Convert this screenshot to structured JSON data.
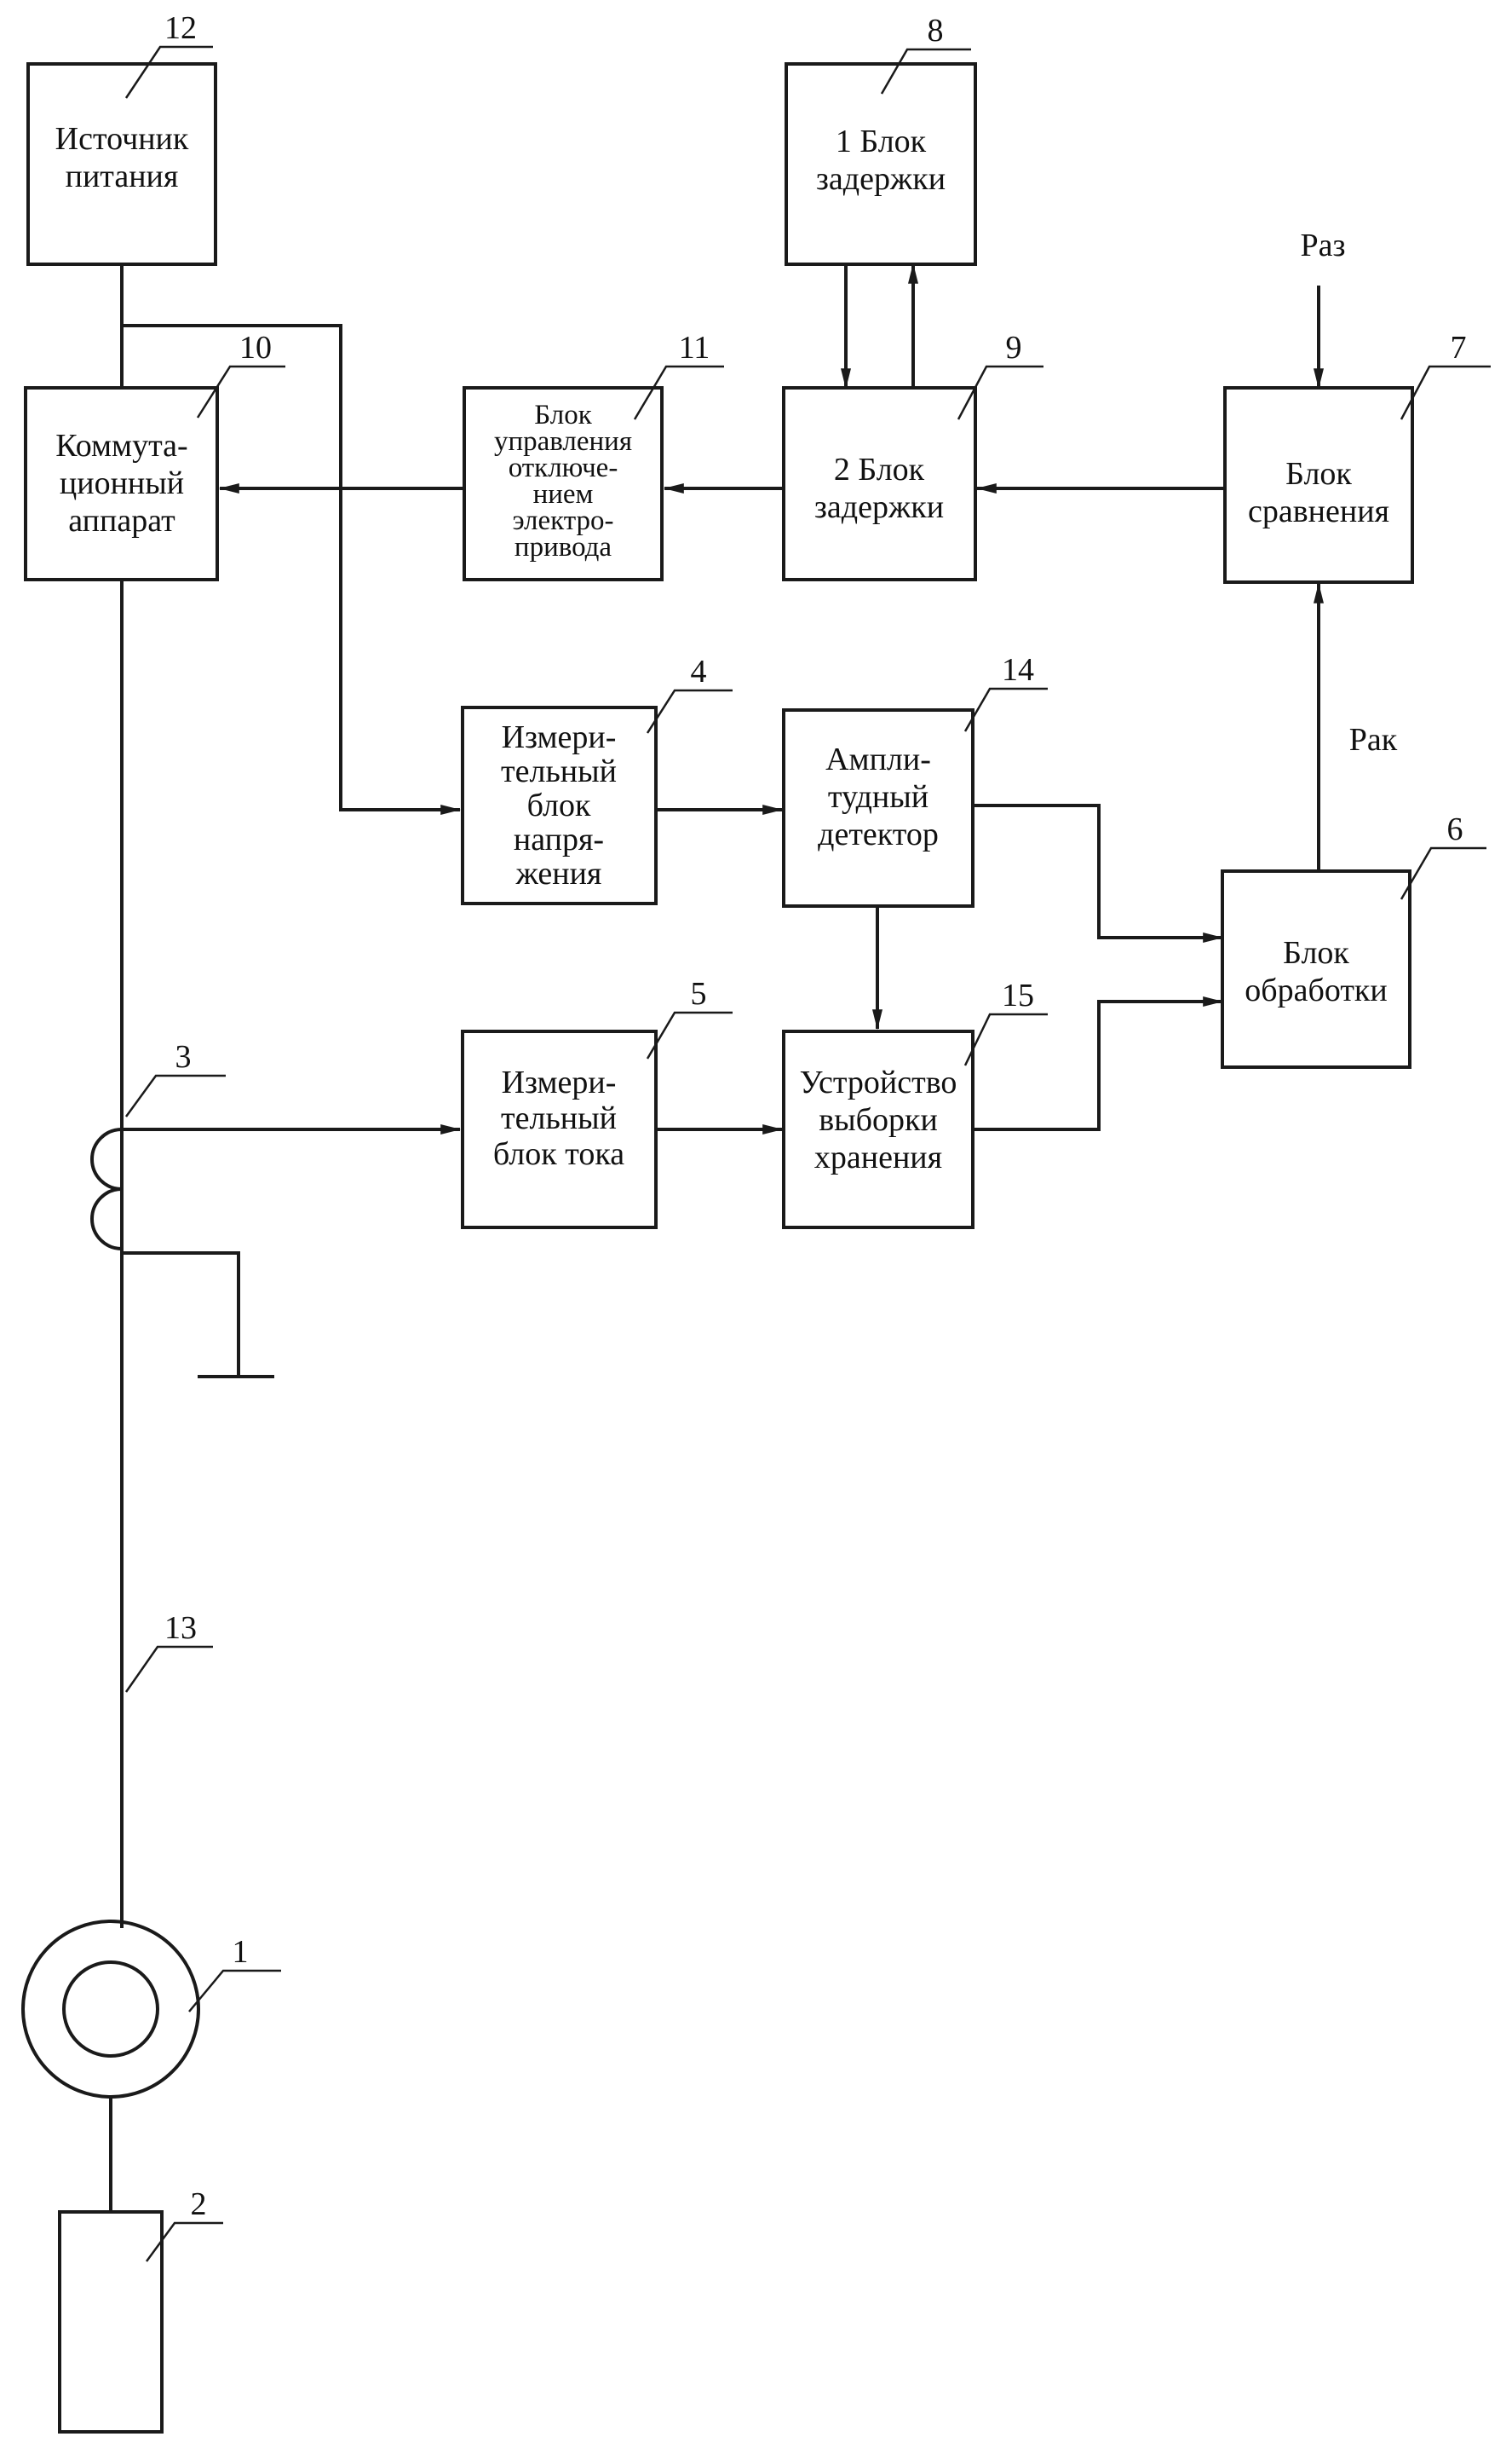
{
  "blocks": {
    "b12": {
      "number": "12",
      "lines": [
        "Источник",
        "питания"
      ]
    },
    "b10": {
      "number": "10",
      "lines": [
        "Коммута-",
        "ционный",
        "аппарат"
      ]
    },
    "b8": {
      "number": "8",
      "lines": [
        "1 Блок",
        "задержки"
      ]
    },
    "b9": {
      "number": "9",
      "lines": [
        "2 Блок",
        "задержки"
      ]
    },
    "b11": {
      "number": "11",
      "lines": [
        "Блок",
        "управления",
        "отключе-",
        "нием",
        "электро-",
        "привода"
      ]
    },
    "b7": {
      "number": "7",
      "lines": [
        "Блок",
        "сравнения"
      ]
    },
    "b4": {
      "number": "4",
      "lines": [
        "Измери-",
        "тельный",
        "блок",
        "напря-",
        "жения"
      ]
    },
    "b14": {
      "number": "14",
      "lines": [
        "Ампли-",
        "тудный",
        "детектор"
      ]
    },
    "b6": {
      "number": "6",
      "lines": [
        "Блок",
        "обработки"
      ]
    },
    "b5": {
      "number": "5",
      "lines": [
        "Измери-",
        "тельный",
        "блок тока"
      ]
    },
    "b15": {
      "number": "15",
      "lines": [
        "Устройство",
        "выборки",
        "хранения"
      ]
    }
  },
  "signals": {
    "raz": "Раз",
    "rak": "Рак"
  },
  "components": {
    "c1": {
      "number": "1"
    },
    "c2": {
      "number": "2"
    },
    "c3": {
      "number": "3"
    },
    "c13": {
      "number": "13"
    }
  }
}
